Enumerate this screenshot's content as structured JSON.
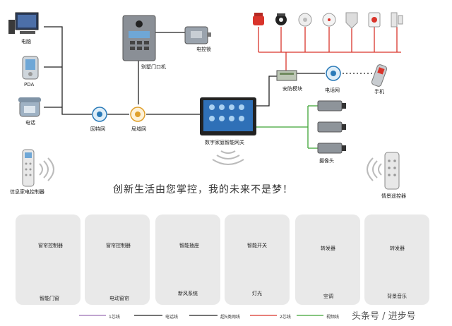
{
  "labels": {
    "computer": "电脑",
    "pda": "PDA",
    "phone": "电话",
    "villa_door": "别墅门口机",
    "electric_lock": "电控锁",
    "security_module": "安防模块",
    "phone_network": "电话网",
    "mobile": "手机",
    "internet": "因特网",
    "lan": "局域网",
    "gateway": "数字家庭智能网关",
    "camera": "摄像头",
    "info_remote": "信息家电控制器",
    "scene_remote": "情景遥控器"
  },
  "slogan": "创新生活由您掌控，我的未来不是梦！",
  "cards": [
    {
      "top": "窗帘控制器",
      "bottom": "智能门窗"
    },
    {
      "top": "窗帘控制器",
      "bottom": "电动窗帘"
    },
    {
      "top": "智能插座",
      "bottom": "新风系统"
    },
    {
      "top": "智能开关",
      "bottom": "灯光"
    },
    {
      "top": "转发器",
      "bottom": "空调"
    },
    {
      "top": "转发器",
      "bottom": "背景音乐"
    }
  ],
  "legend": [
    {
      "label": "1芯线",
      "color": "#9b6fb5"
    },
    {
      "label": "电话线",
      "color": "#222222"
    },
    {
      "label": "超5类网线",
      "color": "#222222"
    },
    {
      "label": "2芯线",
      "color": "#d9342b"
    },
    {
      "label": "视频线",
      "color": "#3fa535"
    }
  ],
  "watermark": "头条号 / 进步号",
  "colors": {
    "black_line": "#222222",
    "red_line": "#d9342b",
    "green_line": "#3fa535",
    "purple_line": "#9b6fb5",
    "card_bg": "#e9e9e9"
  }
}
